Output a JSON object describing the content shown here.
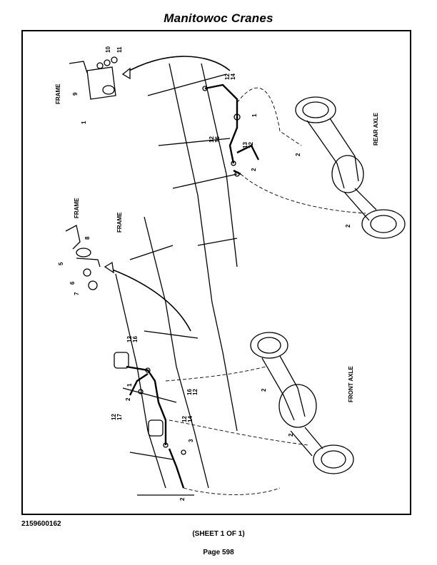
{
  "header": {
    "title": "Manitowoc Cranes"
  },
  "diagram": {
    "labels": {
      "frame_top": "FRAME",
      "frame_mid": "FRAME",
      "frame_main": "FRAME",
      "rear_axle": "REAR AXLE",
      "front_axle": "FRONT AXLE"
    },
    "callouts": {
      "c1a": "1",
      "c9": "9",
      "c10": "10",
      "c11": "11",
      "c12a": "12",
      "c14a": "14",
      "c1b": "1",
      "c12b": "12",
      "c16b": "16",
      "c13": "13",
      "c12c": "12",
      "c2a": "2",
      "c2b": "2",
      "c2c": "2",
      "c8": "8",
      "c5": "5",
      "c6": "6",
      "c7": "7",
      "c12d": "12",
      "c16d": "16",
      "c1c": "1",
      "c2d": "2",
      "c16e": "16",
      "c12e": "12",
      "c12f": "12",
      "c17": "17",
      "c12g": "12",
      "c14g": "14",
      "c3": "3",
      "c2e": "2",
      "c2f": "2",
      "c2g": "2"
    }
  },
  "footer": {
    "drawing_number": "2159600162",
    "sheet": "(SHEET 1 OF 1)",
    "page": "Page 598"
  }
}
